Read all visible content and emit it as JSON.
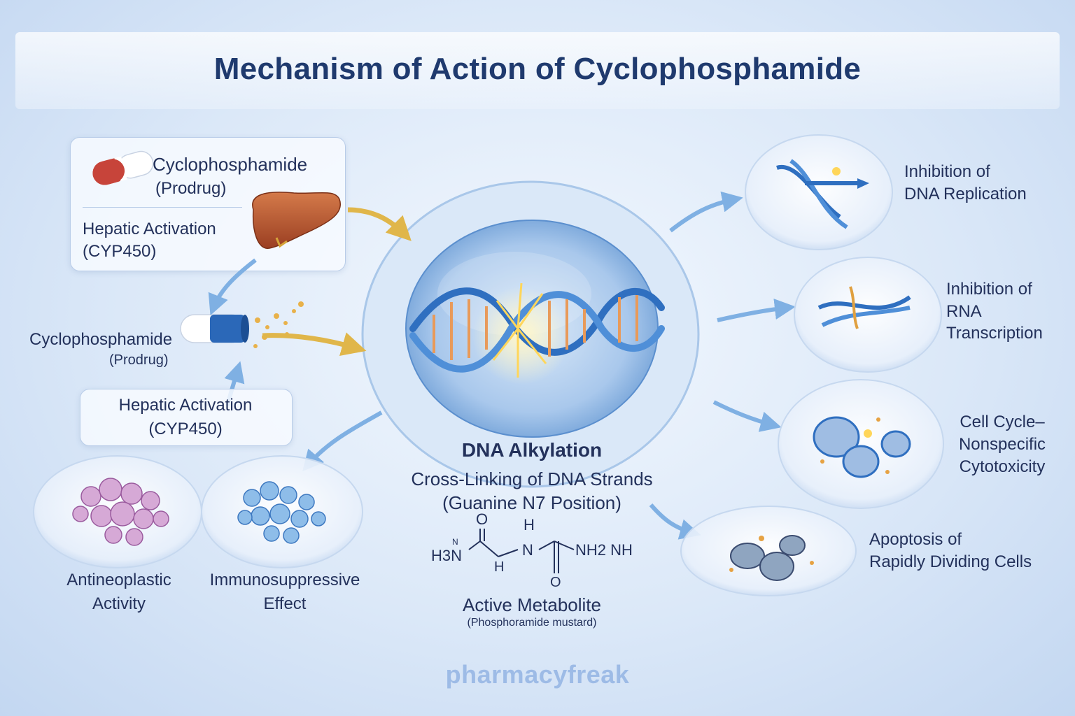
{
  "title": "Mechanism of Action of Cyclophosphamide",
  "top_card": {
    "drug_name": "Cyclophosphamide",
    "drug_qualifier": "(Prodrug)",
    "activation_line1": "Hepatic Activation",
    "activation_line2": "(CYP450)"
  },
  "left_mid": {
    "drug_name": "Cyclophosphamide",
    "drug_qualifier": "(Prodrug)",
    "activation_line1": "Hepatic Activation",
    "activation_line2": "(CYP450)"
  },
  "center": {
    "heading": "DNA Alkylation",
    "line1": "Cross-Linking of DNA Strands",
    "line2": "(Guanine N7 Position)",
    "metabolite_label": "Active Metabolite",
    "metabolite_name": "(Phosphoramide mustard)",
    "structure": {
      "h_top": "H",
      "h3n": "H3N",
      "n_small": "N",
      "o_left": "O",
      "h_bottom": "H",
      "n_mid": "N",
      "nh2_nh": "NH2 NH",
      "o_bottom": "O"
    }
  },
  "effects_right": [
    {
      "line1": "Inhibition of",
      "line2": "DNA Replication"
    },
    {
      "line1": "Inhibition of",
      "line2": "RNA",
      "line3": "Transcription"
    },
    {
      "line1": "Cell Cycle–",
      "line2": "Nonspecific",
      "line3": "Cytotoxicity"
    },
    {
      "line1": "Apoptosis of",
      "line2": "Rapidly Dividing Cells"
    }
  ],
  "effects_left": [
    {
      "line1": "Antineoplastic",
      "line2": "Activity"
    },
    {
      "line1": "Immunosuppressive",
      "line2": "Effect"
    }
  ],
  "watermark": "pharmacyfreak",
  "colors": {
    "title": "#1f3a6e",
    "text": "#23315b",
    "dna_blue": "#2f6fc0",
    "arrow_gold": "#e0b64a",
    "arrow_blue": "#7fb0e3",
    "liver": "#b8592f",
    "capsule_red": "#c7443a",
    "capsule_blue": "#2b68b8"
  }
}
